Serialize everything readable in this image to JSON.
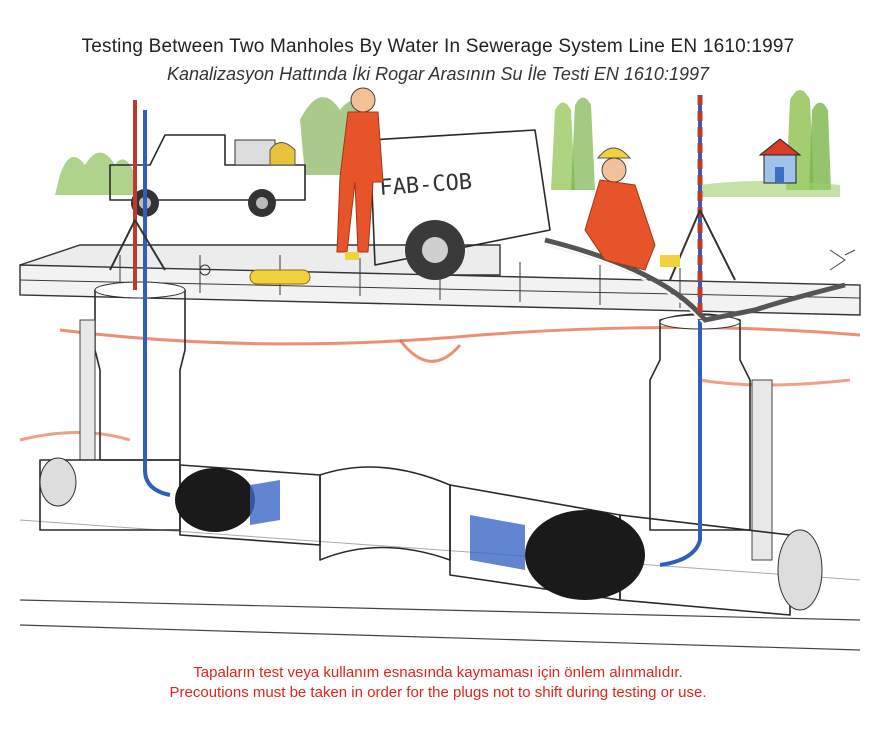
{
  "title_en": "Testing Between Two Manholes By Water In Sewerage System Line   EN 1610:1997",
  "title_tr": "Kanalizasyon Hattında İki Rogar Arasının Su İle Testi   EN 1610:1997",
  "machine_label": "FAB-COB",
  "warning_tr": "Tapaların test veya kullanım esnasında kaymaması için önlem alınmalıdır.",
  "warning_en": "Precoutions must be taken in order for the plugs not to shift during testing or use.",
  "colors": {
    "warning_text": "#e0241b",
    "hose_blue": "#2f5fb8",
    "plug_black": "#1a1a1a",
    "worker_orange": "#e8542a",
    "helmet_yellow": "#f2d23a",
    "grass_green": "#7fb04a",
    "soil_red": "#e2603a"
  }
}
